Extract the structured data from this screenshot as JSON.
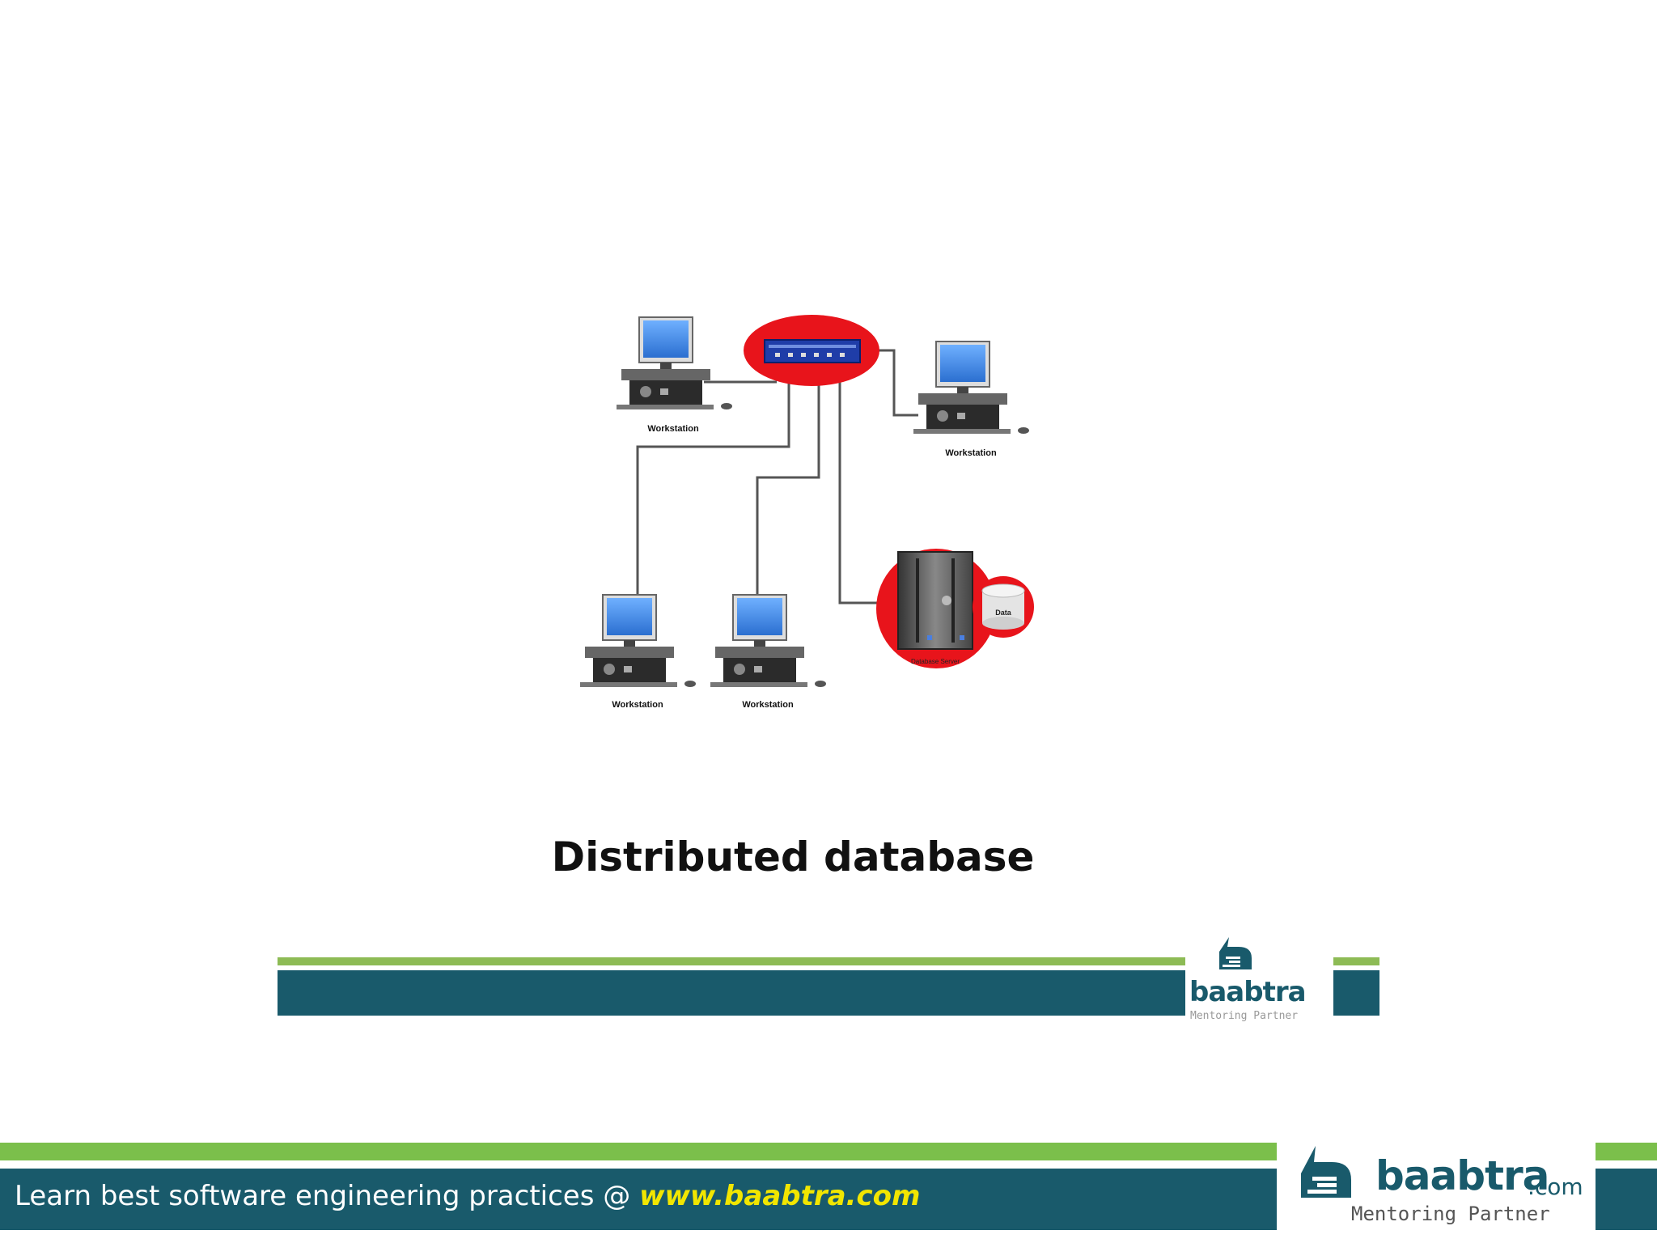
{
  "slide": {
    "title": "Distributed database"
  },
  "diagram": {
    "nodes": [
      {
        "id": "hub",
        "kind": "network-switch"
      },
      {
        "id": "ws-top-left",
        "kind": "workstation",
        "label": "Workstation"
      },
      {
        "id": "ws-top-right",
        "kind": "workstation",
        "label": "Workstation"
      },
      {
        "id": "ws-bottom-left",
        "kind": "workstation",
        "label": "Workstation"
      },
      {
        "id": "ws-bottom-mid",
        "kind": "workstation",
        "label": "Workstation"
      },
      {
        "id": "db-server",
        "kind": "server",
        "label": "Database Server"
      },
      {
        "id": "db",
        "kind": "database",
        "label": "Data"
      }
    ],
    "highlight_color": "#e8141b",
    "screen_color": "#3f86d8"
  },
  "banner": {
    "logo_text": "baabtra",
    "logo_sub": "Mentoring Partner"
  },
  "footer": {
    "text_prefix": "Learn best software engineering practices @ ",
    "url": "www.baabtra.com",
    "logo_text": "baabtra",
    "logo_com": ".com",
    "logo_sub": "Mentoring Partner"
  },
  "colors": {
    "brand_blue": "#195a6b",
    "brand_green": "#7bbf4b",
    "url_yellow": "#f2e600"
  }
}
